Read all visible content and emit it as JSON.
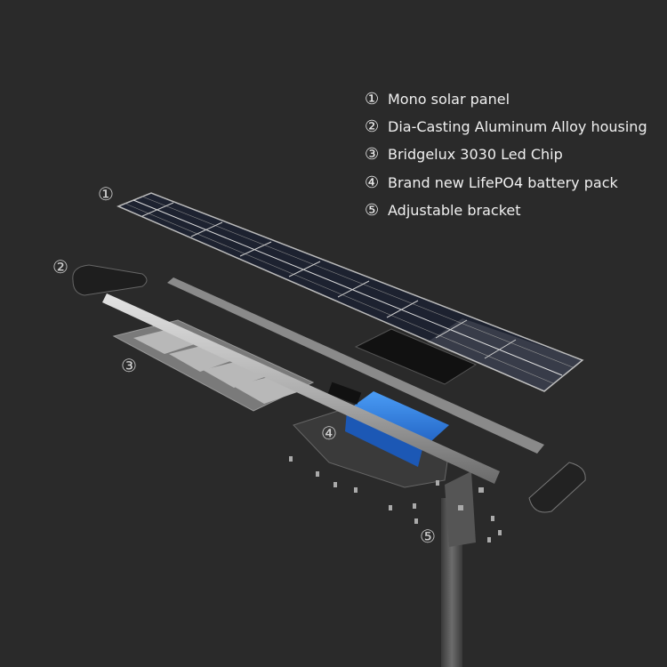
{
  "legend": {
    "items": [
      {
        "number": "①",
        "label": "Mono solar panel"
      },
      {
        "number": "②",
        "label": "Dia-Casting Aluminum Alloy housing"
      },
      {
        "number": "③",
        "label": "Bridgelux 3030 Led Chip"
      },
      {
        "number": "④",
        "label": "Brand new LifePO4 battery pack"
      },
      {
        "number": "⑤",
        "label": "Adjustable bracket"
      }
    ]
  },
  "callouts": {
    "solar_panel": "①",
    "housing": "②",
    "led_chip": "③",
    "battery": "④",
    "bracket": "⑤"
  },
  "colors": {
    "background": "#2a2a2a",
    "battery": "#2f7fe0",
    "panel": "#1d2230"
  }
}
